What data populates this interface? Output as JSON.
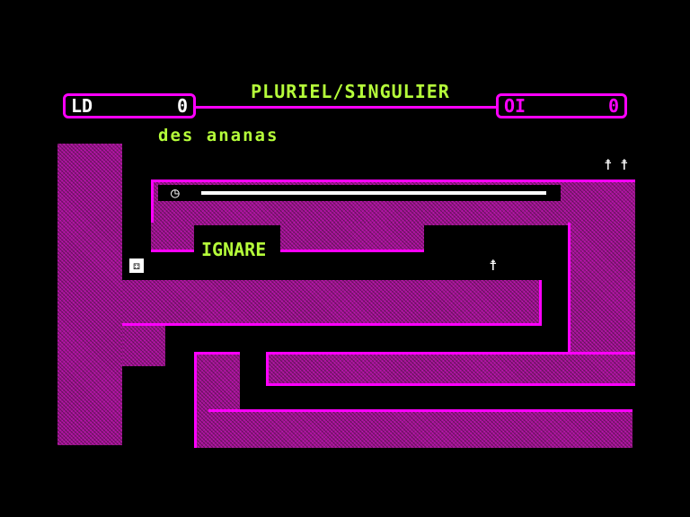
{
  "header": {
    "title": "PLURIEL/SINGULIER",
    "left_score": {
      "label": "LD",
      "value": "0"
    },
    "right_score": {
      "label": "OI",
      "value": "0"
    }
  },
  "phrase": "des ananas",
  "current_word": "IGNARE",
  "timer": {
    "fraction": 1.0
  },
  "icons": {
    "clock": "clock-icon",
    "lives": "person-icon",
    "player": "person-icon",
    "cursor": "dice-icon"
  },
  "colors": {
    "wall": "#9a1a8a",
    "border": "#ff00ff",
    "text": "#b6ff3a"
  }
}
